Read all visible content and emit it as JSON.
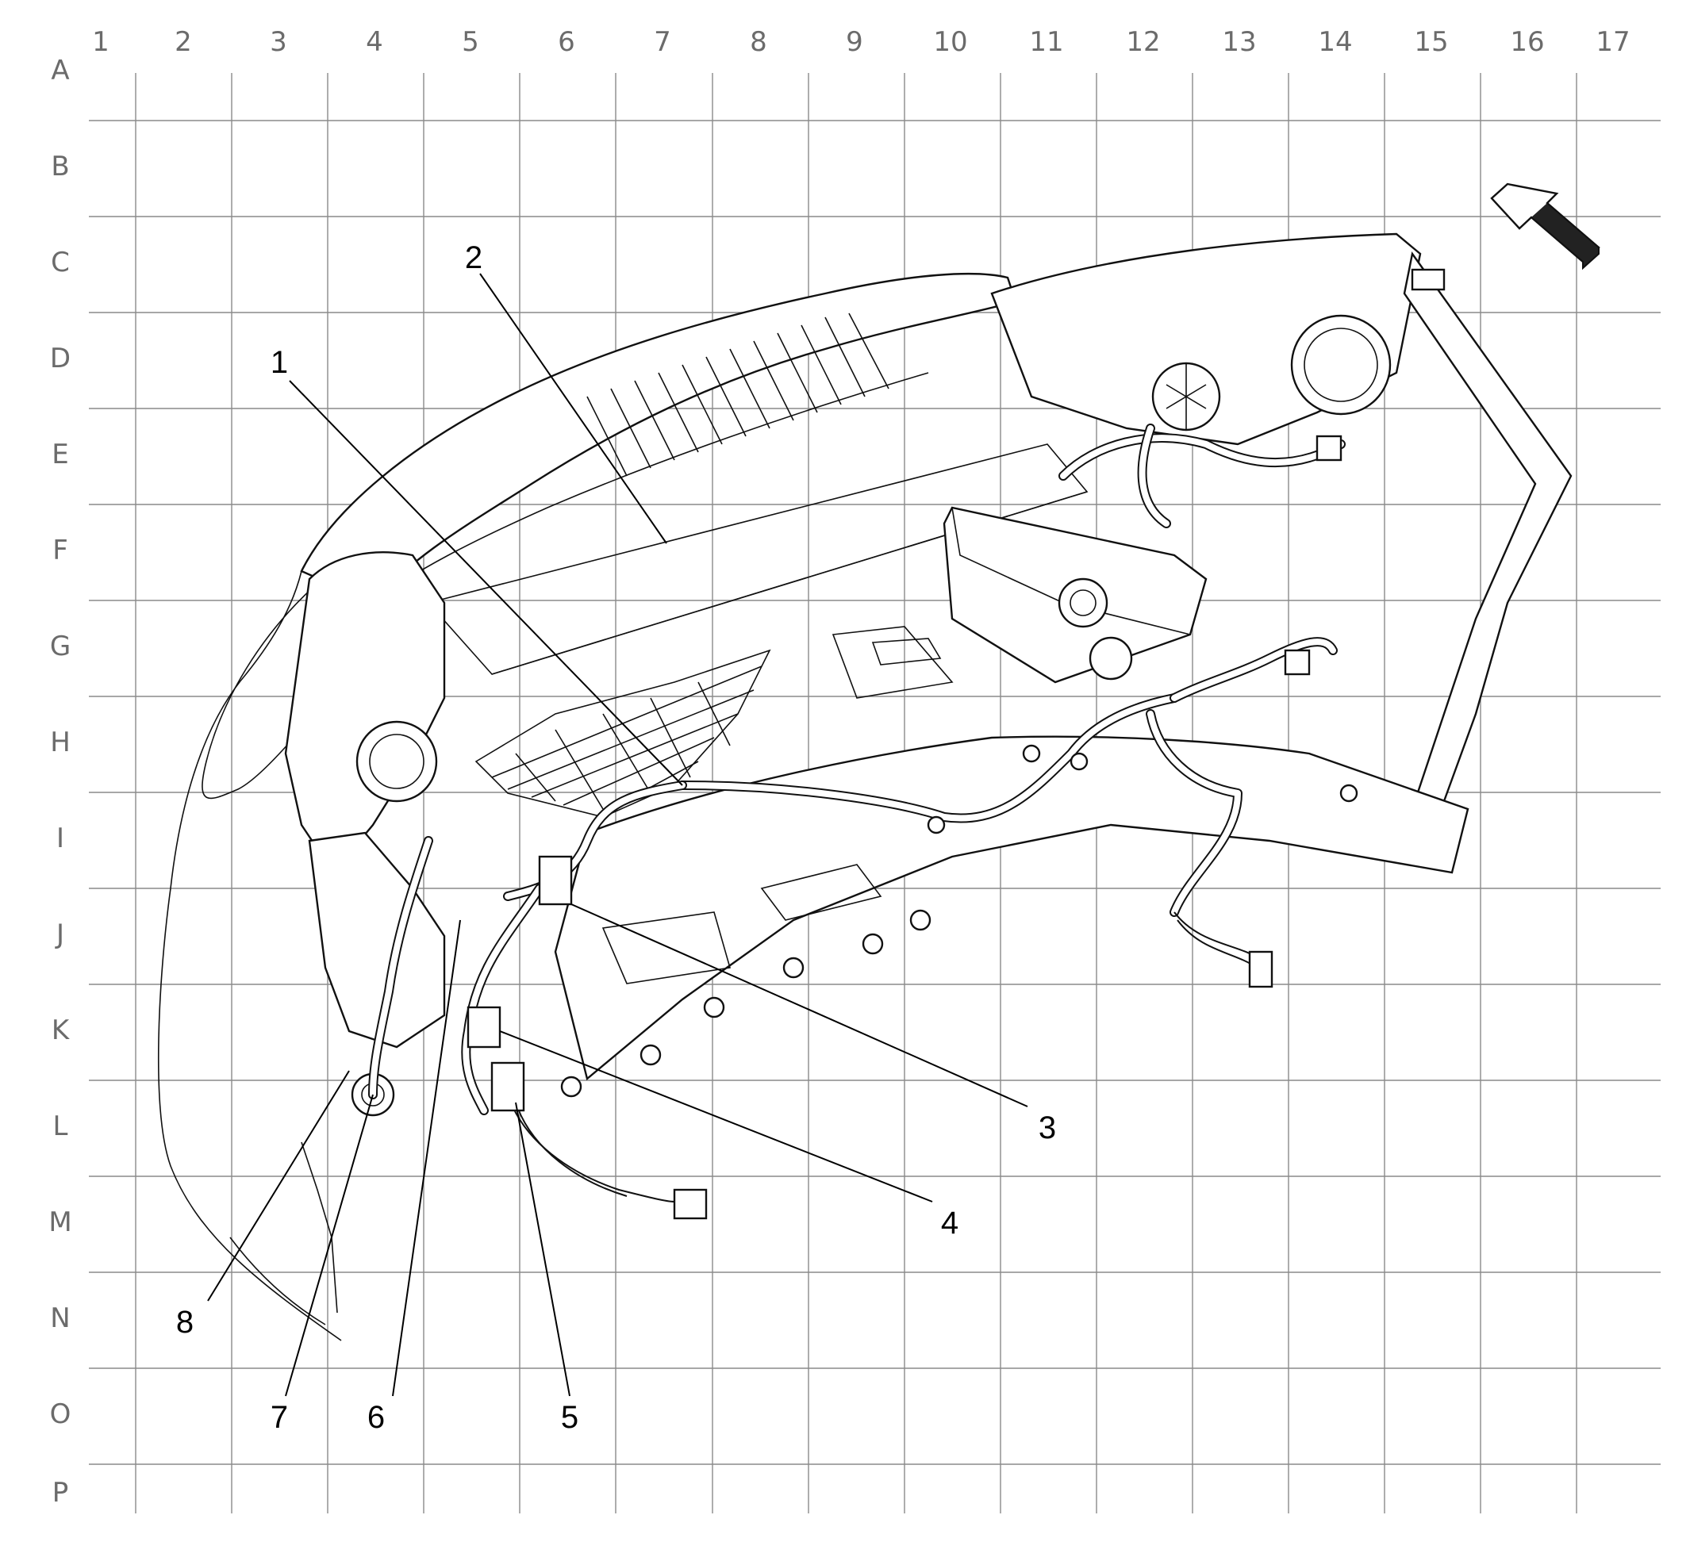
{
  "grid": {
    "columns": [
      "1",
      "2",
      "3",
      "4",
      "5",
      "6",
      "7",
      "8",
      "9",
      "10",
      "11",
      "12",
      "13",
      "14",
      "15",
      "16",
      "17"
    ],
    "rows": [
      "A",
      "B",
      "C",
      "D",
      "E",
      "F",
      "G",
      "H",
      "I",
      "J",
      "K",
      "L",
      "M",
      "N",
      "O",
      "P"
    ]
  },
  "callouts": [
    {
      "id": "callout-1",
      "label": "1"
    },
    {
      "id": "callout-2",
      "label": "2"
    },
    {
      "id": "callout-3",
      "label": "3"
    },
    {
      "id": "callout-4",
      "label": "4"
    },
    {
      "id": "callout-5",
      "label": "5"
    },
    {
      "id": "callout-6",
      "label": "6"
    },
    {
      "id": "callout-7",
      "label": "7"
    },
    {
      "id": "callout-8",
      "label": "8"
    }
  ],
  "direction_indicator": {
    "icon": "forward-arrow-icon"
  }
}
